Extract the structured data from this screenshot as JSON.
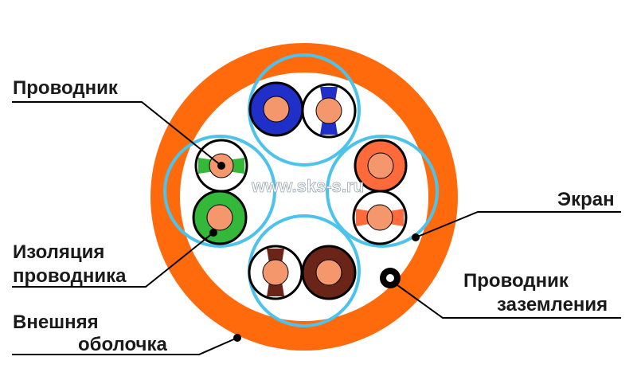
{
  "labels": {
    "conductor": "Проводник",
    "insulation_line1": "Изоляция",
    "insulation_line2": "проводника",
    "jacket_line1": "Внешняя",
    "jacket_line2": "оболочка",
    "shield": "Экран",
    "ground_line1": "Проводник",
    "ground_line2": "заземления"
  },
  "watermark": "www.sks-s.ru",
  "colors": {
    "jacket": "#FF6A0D",
    "shield": "#4DC3EC",
    "copper": "#F4976C",
    "blue": "#1F2FC8",
    "green": "#34B83A",
    "orange": "#FF6A3D",
    "brown": "#6B2418",
    "wire_outline": "#000000"
  },
  "pairs": [
    {
      "name": "blue-pair",
      "solid": "blue"
    },
    {
      "name": "orange-pair",
      "solid": "orange"
    },
    {
      "name": "brown-pair",
      "solid": "brown"
    },
    {
      "name": "green-pair",
      "solid": "green"
    }
  ]
}
